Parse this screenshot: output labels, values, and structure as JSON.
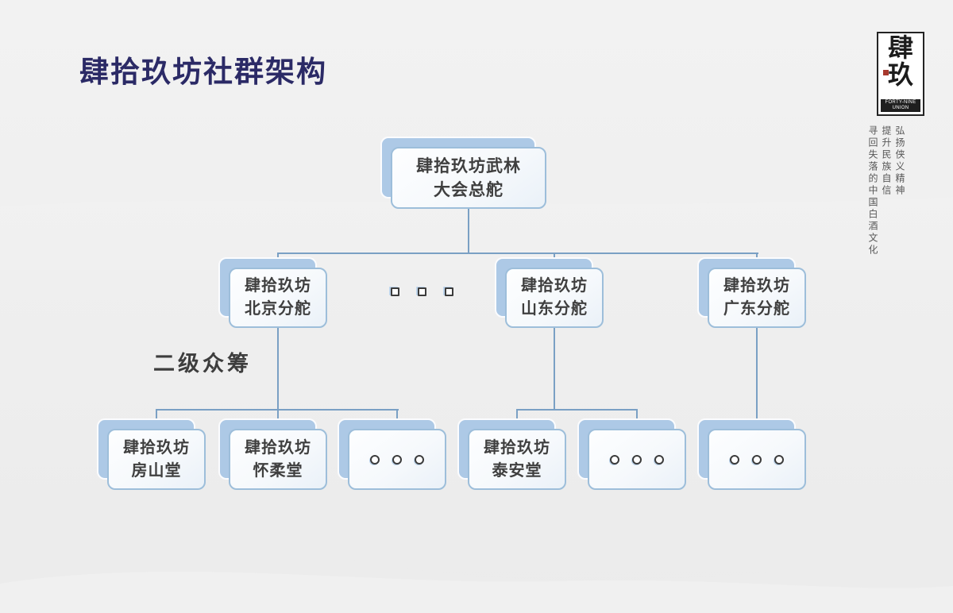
{
  "title": "肆拾玖坊社群架构",
  "side_label": "二级众筹",
  "logo": {
    "glyph_top": "肆",
    "glyph_bottom": "玖",
    "caption_line1": "FORTY-NINE",
    "caption_line2": "UNION",
    "slogans": [
      "弘扬侠义精神",
      "提升民族自信",
      "寻回失落的中国白酒文化"
    ]
  },
  "org": {
    "root": {
      "line1": "肆拾玖坊武林",
      "line2": "大会总舵"
    },
    "branches": [
      {
        "line1": "肆拾玖坊",
        "line2": "北京分舵"
      },
      {
        "line1": "肆拾玖坊",
        "line2": "山东分舵"
      },
      {
        "line1": "肆拾玖坊",
        "line2": "广东分舵"
      }
    ],
    "halls": [
      {
        "line1": "肆拾玖坊",
        "line2": "房山堂"
      },
      {
        "line1": "肆拾玖坊",
        "line2": "怀柔堂"
      },
      {
        "line1": "肆拾玖坊",
        "line2": "泰安堂"
      }
    ]
  },
  "colors": {
    "title": "#2b2a66",
    "node_shadow": "#adc9e6",
    "node_border": "#9dbeda",
    "connector": "#7aa0c4",
    "node_text": "#3f3f3f"
  }
}
